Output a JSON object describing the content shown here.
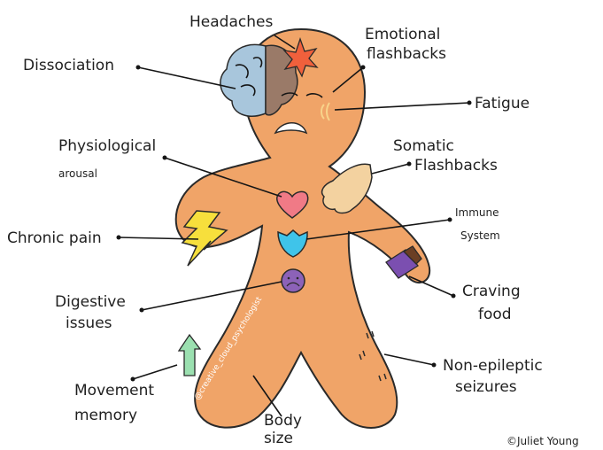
{
  "labels": {
    "headaches": "Headaches",
    "emotional_1": "Emotional",
    "emotional_2": "flashbacks",
    "dissociation": "Dissociation",
    "fatigue": "Fatigue",
    "physiological_1": "Physiological",
    "physiological_2": "arousal",
    "somatic_1": "Somatic",
    "somatic_2": "Flashbacks",
    "chronic_pain": "Chronic pain",
    "immune_1": "Immune",
    "immune_2": "System",
    "digestive_1": "Digestive",
    "digestive_2": "issues",
    "craving_1": "Craving",
    "craving_2": "food",
    "movement_1": "Movement",
    "movement_2": "memory",
    "body_1": "Body",
    "body_2": "size",
    "seizures_1": "Non-epileptic",
    "seizures_2": "seizures"
  },
  "credits": {
    "copyright": "©Juliet Young",
    "watermark": "@creative_cloud_psychologist"
  },
  "colors": {
    "body": "#f0a468",
    "outline": "#2a2a2a",
    "heart": "#f07a86",
    "shield": "#3fc4ea",
    "stomach": "#8c62b8",
    "lightning": "#f7df3c",
    "brain_left": "#a8c6dc",
    "brain_right": "#9a7a68",
    "star": "#f0603c",
    "hand": "#f3d2a0",
    "arrow": "#9be0b0",
    "chocolate": "#7b4fb0"
  }
}
